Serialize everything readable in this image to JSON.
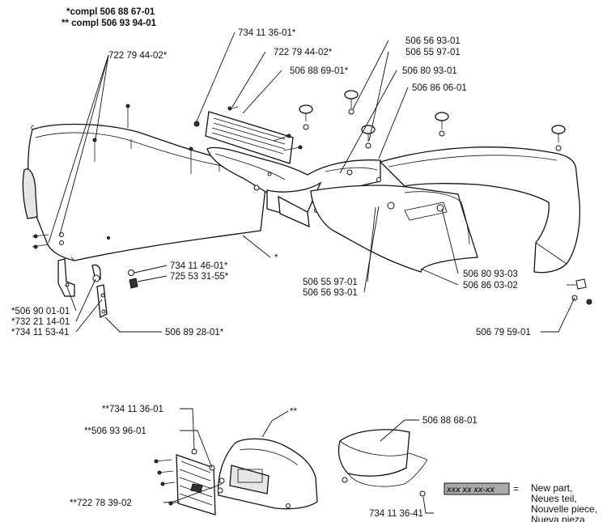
{
  "header": {
    "line1": "*compl 506 88 67-01",
    "line2": "** compl 506 93 94-01"
  },
  "labels": {
    "p734113601_top": "734 11 36-01*",
    "p722794402_a": "722 79 44-02*",
    "p722794402_b": "722 79 44-02*",
    "p506888690": "506 88 69-01*",
    "p506569301_top": "506 56 93-01",
    "p506559701_top": "506 55 97-01",
    "p506809301": "506 80 93-01",
    "p506860601": "506 86 06-01",
    "star": "*",
    "p734114601": "734 11 46-01*",
    "p725533155": "725 53 31-55*",
    "p506559701_mid": "506 55 97-01",
    "p506569301_mid": "506 56 93-01",
    "p506809303": "506 80 93-03",
    "p506860302": "506 86 03-02",
    "p506900101": "*506 90 01-01",
    "p732211401": "*732 21 14-01",
    "p734115341": "*734 11 53-41",
    "p506892801": "506 89 28-01*",
    "p506795901": "506 79 59-01",
    "p734113601_bot": "**734 11 36-01",
    "p506939601": "**506 93 96-01",
    "star2": "**",
    "p722783902": "**722 78 39-02",
    "p506886801": "506 88 68-01",
    "p734113641": "734 11 36-41"
  },
  "legend": {
    "code": "xxx xx xx-xx",
    "equals": "=",
    "lines": [
      "New part,",
      "Neues teil,",
      "Nouvelle piece,",
      "Nueva pieza"
    ]
  }
}
